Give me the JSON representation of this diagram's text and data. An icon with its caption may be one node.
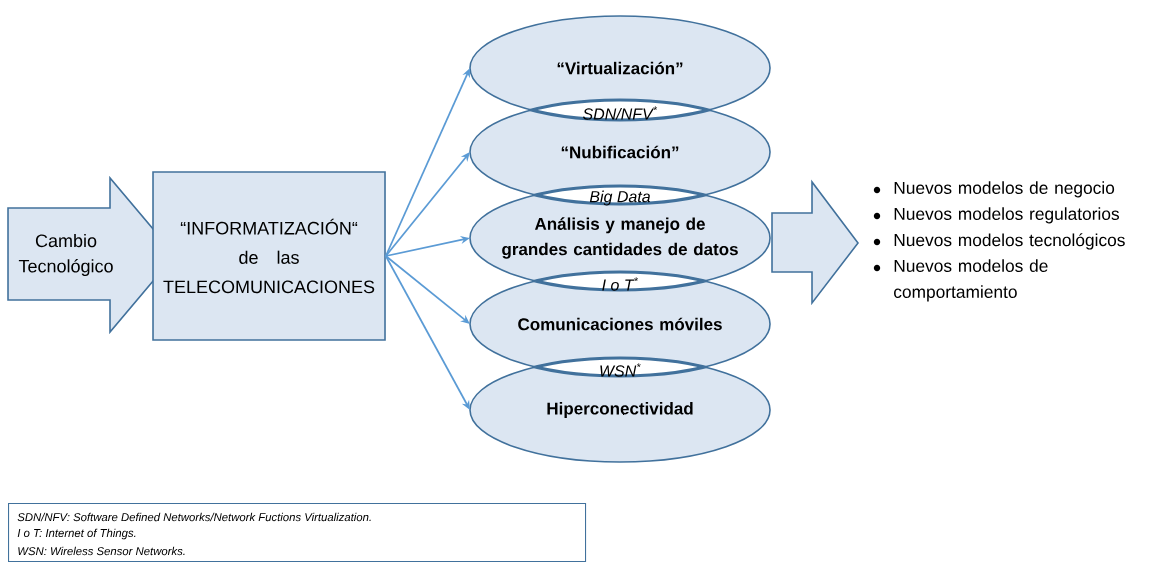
{
  "diagram": {
    "nodes": [
      {
        "text": [
          "Cambio Tecnológico"
        ]
      },
      {
        "text": [
          "“INFORMATIZACIÓN“ de las TELECOMUNICACIONES"
        ]
      },
      {
        "text": [
          "“Virtualización”"
        ]
      },
      {
        "text": [
          "“Nubificación”"
        ]
      },
      {
        "text": [
          "Análisis y manejo de grandes cantidades de datos"
        ]
      },
      {
        "text": [
          "Comunicaciones móviles"
        ]
      },
      {
        "text": [
          "Hiperconectividad"
        ]
      },
      {
        "text": [
          "Nuevos modelos de negocio",
          "Nuevos modelos regulatorios",
          "Nuevos modelos tecnológicos",
          "Nuevos modelos de comportamiento"
        ]
      },
      {
        "text": [
          "SDN/NFV: Software Defined Networks/Network Fuctions Virtualization.",
          "I o T: Internet of Things.",
          "WSN: Wireless Sensor Networks."
        ]
      }
    ],
    "edges": [
      {
        "from": 1,
        "to": 2,
        "arrow": "to"
      },
      {
        "from": 1,
        "to": 3,
        "arrow": "to"
      },
      {
        "from": 1,
        "to": 4,
        "arrow": "to"
      },
      {
        "from": 1,
        "to": 5,
        "arrow": "to"
      },
      {
        "from": 1,
        "to": 6,
        "arrow": "to"
      },
      {
        "from": 4,
        "to": 7,
        "arrow": "to",
        "style": "thick"
      }
    ],
    "labels": [
      "SDN/NFV$^{*}$",
      "Big Data",
      "I o T$^{*}$",
      "WSN$^{*}$"
    ]
  }
}
